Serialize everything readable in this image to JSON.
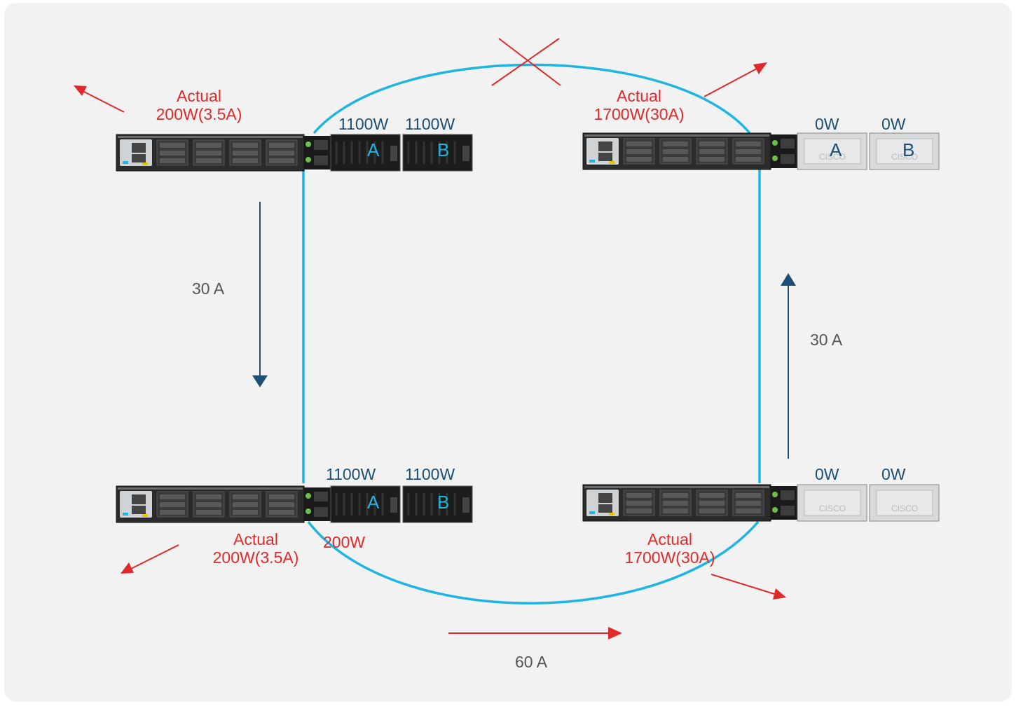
{
  "colors": {
    "ring": "#1fb5e3",
    "red": "#e0292b",
    "dark_arrow": "#1d4f75",
    "panel": "#f2f2f2",
    "chassis": "#2b2b2b",
    "supply_off": "#d7d9da"
  },
  "switch_top_left": {
    "actual_label": "Actual",
    "actual_value": "200W(3.5A)",
    "psu_a_watts": "1100W",
    "psu_b_watts": "1100W",
    "psu_a_letter": "A",
    "psu_b_letter": "B"
  },
  "switch_top_right": {
    "actual_label": "Actual",
    "actual_value": "1700W(30A)",
    "psu_a_watts": "0W",
    "psu_b_watts": "0W",
    "psu_a_letter": "A",
    "psu_b_letter": "B",
    "supply_brand": "CISCO"
  },
  "switch_bottom_left": {
    "actual_label": "Actual",
    "actual_value": "200W(3.5A)",
    "psu_a_watts": "1100W",
    "psu_b_watts": "1100W",
    "psu_a_letter": "A",
    "psu_b_letter": "B",
    "psu_a_output": "200W"
  },
  "switch_bottom_right": {
    "actual_label": "Actual",
    "actual_value": "1700W(30A)",
    "psu_a_watts": "0W",
    "psu_b_watts": "0W",
    "supply_brand": "CISCO"
  },
  "current_labels": {
    "left": "30 A",
    "right": "30 A",
    "bottom": "60 A"
  }
}
